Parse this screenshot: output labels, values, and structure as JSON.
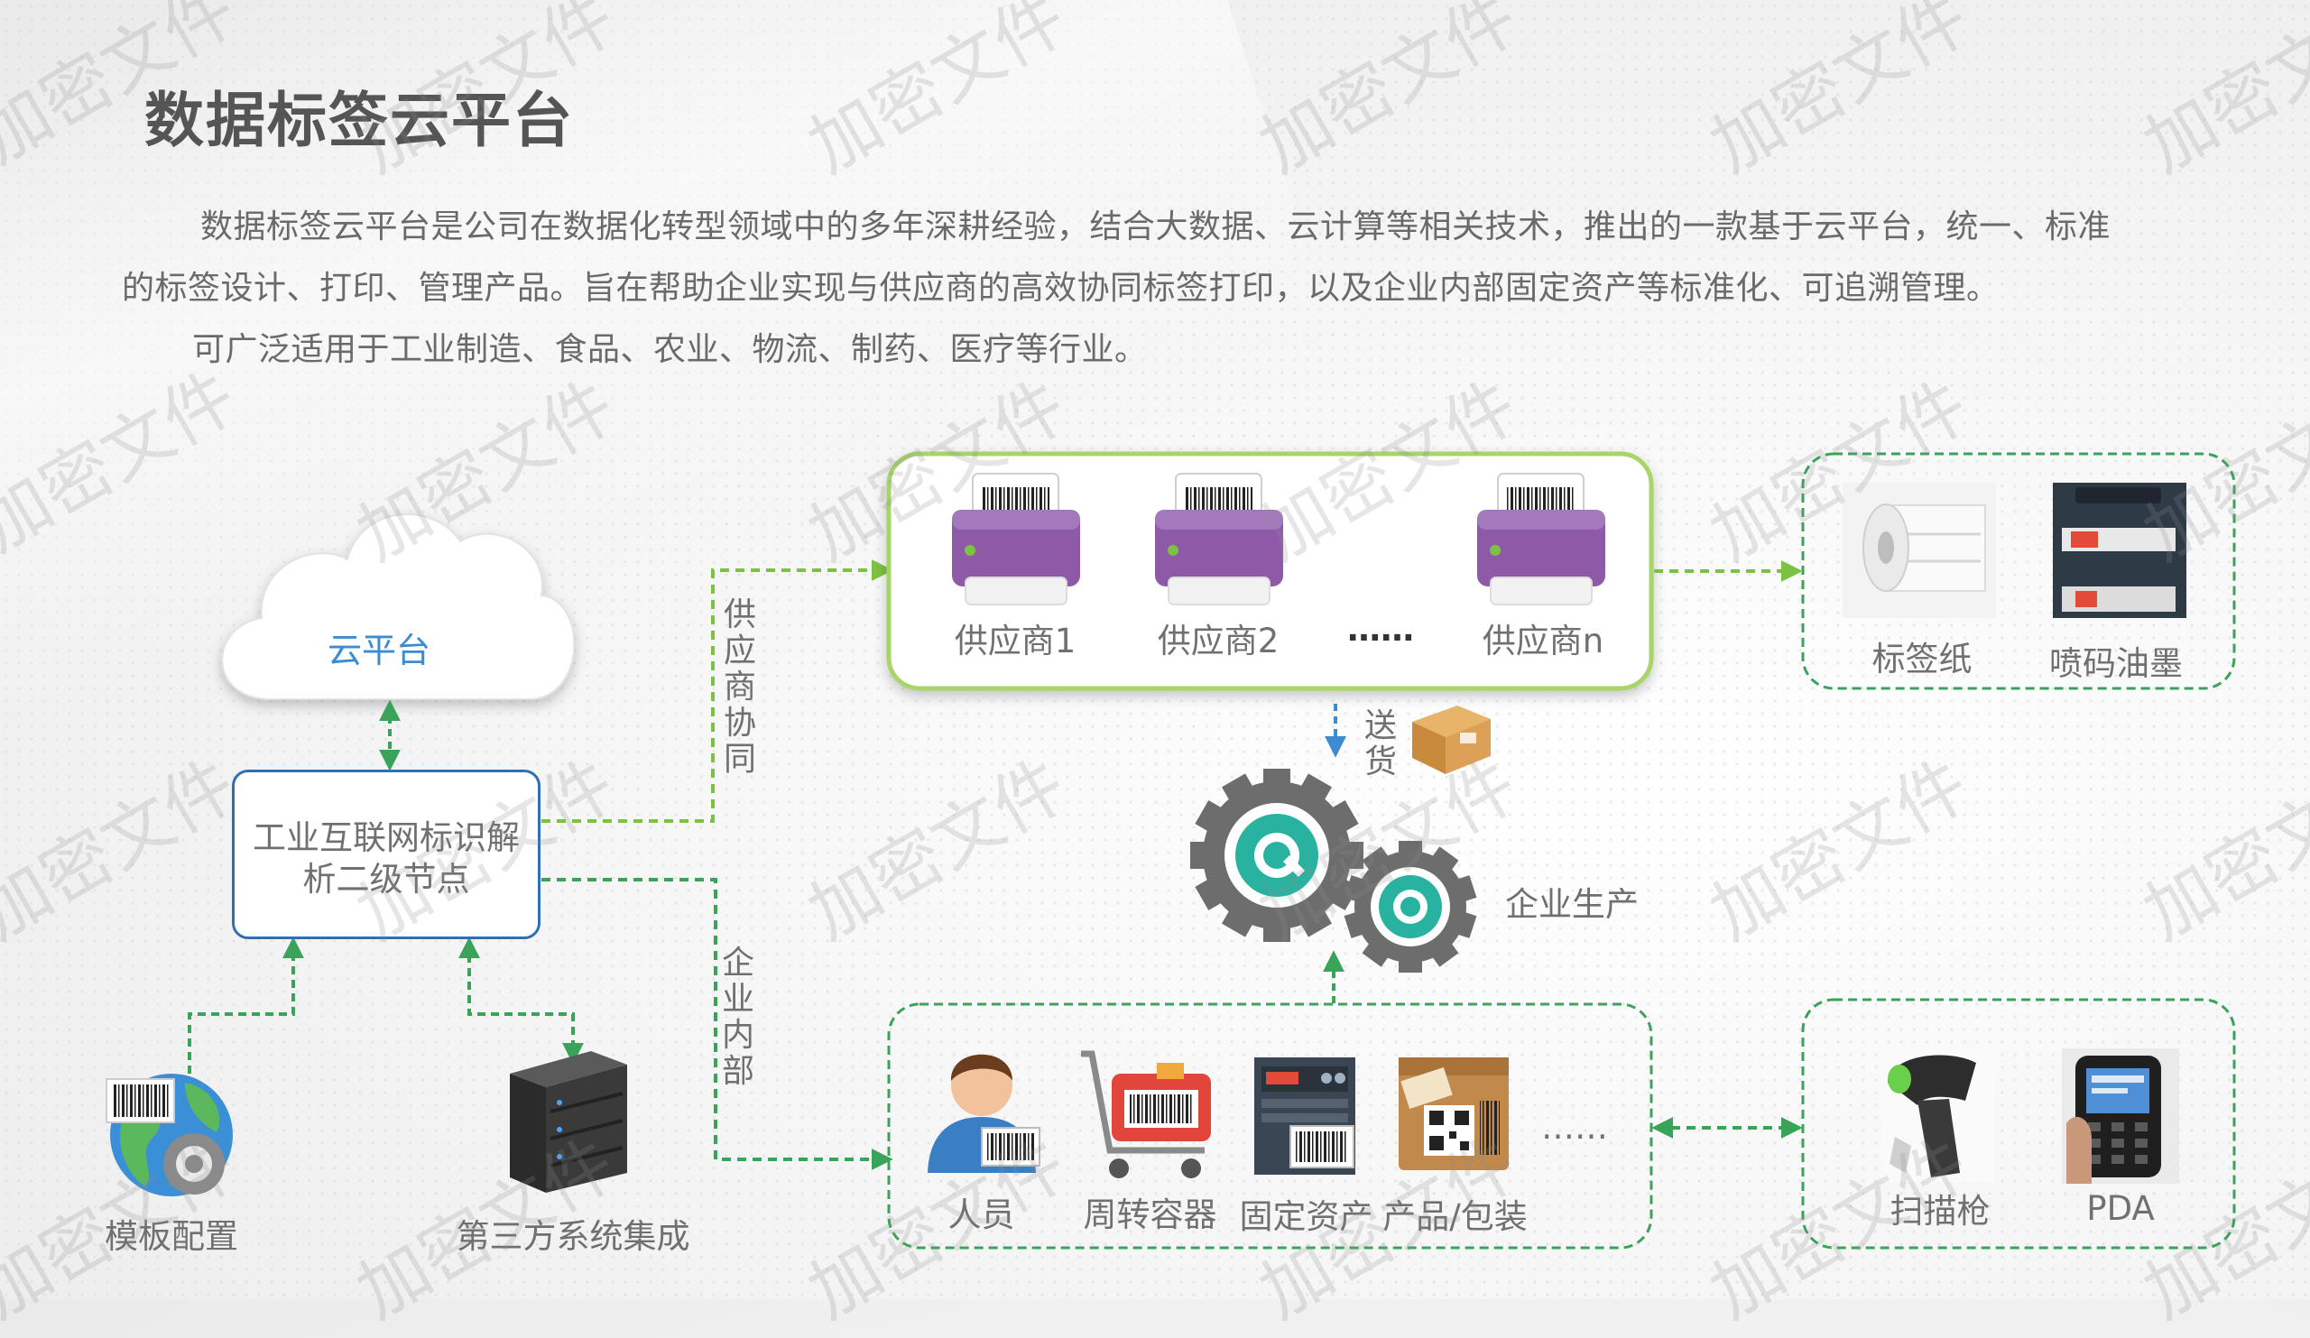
{
  "title": "数据标签云平台",
  "description": {
    "line1": "数据标签云平台是公司在数据化转型领域中的多年深耕经验，结合大数据、云计算等相关技术，推出的一款基于云平台，统一、标准",
    "line2": "的标签设计、打印、管理产品。旨在帮助企业实现与供应商的高效协同标签打印，以及企业内部固定资产等标准化、可追溯管理。",
    "line3": "可广泛适用于工业制造、食品、农业、物流、制药、医疗等行业。"
  },
  "cloud": {
    "label": "云平台"
  },
  "node": {
    "line1": "工业互联网标识解",
    "line2": "析二级节点"
  },
  "bottom_left": {
    "template": "模板配置",
    "third_party": "第三方系统集成"
  },
  "connectors": {
    "supplier_collab": "供应商协同",
    "internal": "企业内部",
    "delivery": "送货"
  },
  "suppliers": {
    "s1": "供应商1",
    "s2": "供应商2",
    "ellipsis": "……",
    "sn": "供应商n"
  },
  "consumables": {
    "label_paper": "标签纸",
    "ink": "喷码油墨"
  },
  "production": {
    "label": "企业生产"
  },
  "internal": {
    "person": "人员",
    "container": "周转容器",
    "asset": "固定资产",
    "product": "产品/包装",
    "ellipsis": "……"
  },
  "devices": {
    "scanner": "扫描枪",
    "pda": "PDA"
  },
  "watermark": "加密文件",
  "colors": {
    "green_dash": "#7cc242",
    "dark_green": "#3aa35a",
    "node_blue": "#2e6fb6",
    "printer_purple": "#8e5aa8",
    "gear_gray": "#6d6d6d",
    "gear_teal": "#27b3a0"
  }
}
